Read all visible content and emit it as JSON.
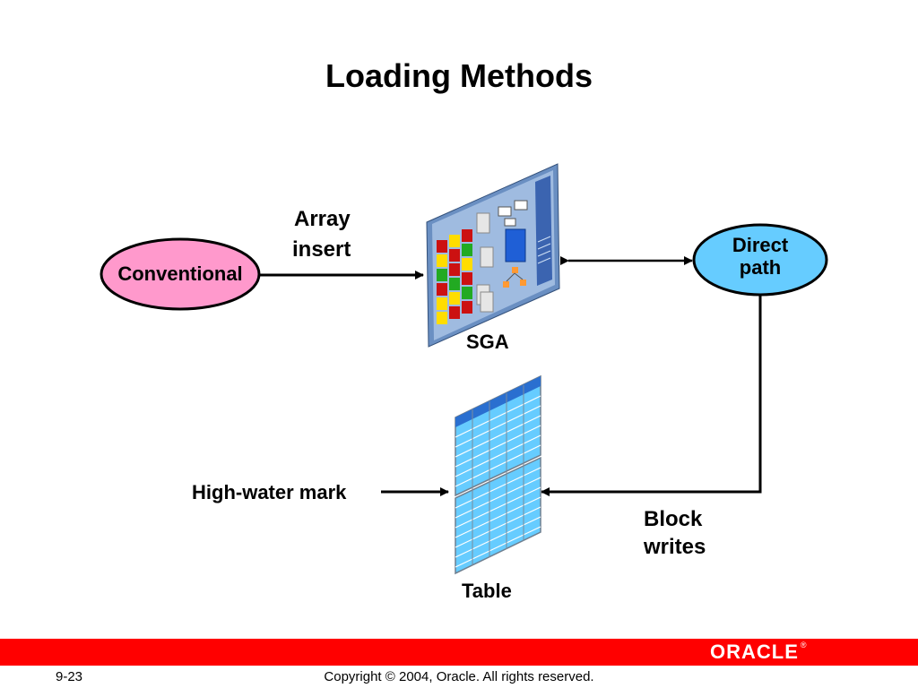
{
  "slide": {
    "title": "Loading Methods"
  },
  "diagram": {
    "conventional": "Conventional",
    "array_insert_line1": "Array",
    "array_insert_line2": "insert",
    "direct_path_line1": "Direct",
    "direct_path_line2": "path",
    "sga_label": "SGA",
    "table_label": "Table",
    "high_water_mark": "High-water mark",
    "block_writes_line1": "Block",
    "block_writes_line2": "writes"
  },
  "colors": {
    "conventional_fill": "#ff99cc",
    "direct_path_fill": "#66ccff",
    "footer_bar": "#ff0000",
    "table_fill": "#66ccff"
  },
  "footer": {
    "logo": "ORACLE",
    "logo_mark": "®",
    "page_number": "9-23",
    "copyright": "Copyright © 2004, Oracle. All rights reserved."
  }
}
